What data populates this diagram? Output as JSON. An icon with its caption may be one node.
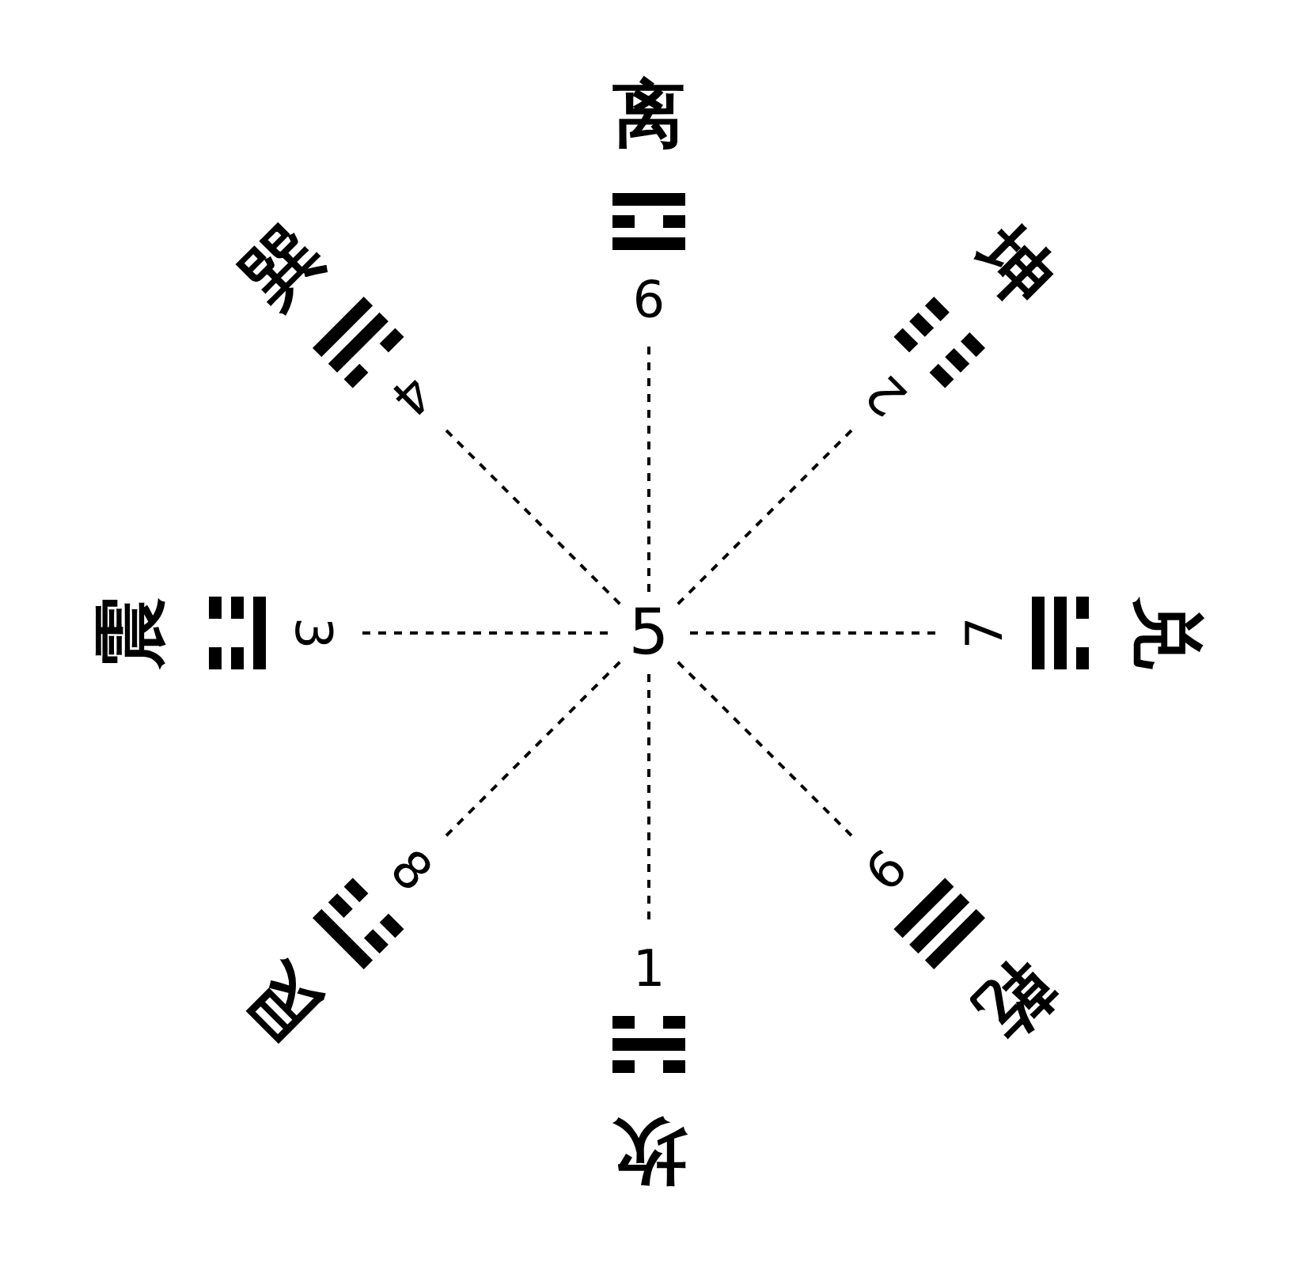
{
  "diagram": {
    "nodes": [
      {
        "text": [
          "5"
        ]
      },
      {
        "text": [
          "9"
        ],
        "beside": [
          "离"
        ]
      },
      {
        "text": [
          "2"
        ],
        "beside": [
          "坤"
        ]
      },
      {
        "text": [
          "7"
        ],
        "beside": [
          "兑"
        ]
      },
      {
        "text": [
          "6"
        ],
        "beside": [
          "乾"
        ]
      },
      {
        "text": [
          "1"
        ],
        "beside": [
          "坎"
        ]
      },
      {
        "text": [
          "8"
        ],
        "beside": [
          "艮"
        ]
      },
      {
        "text": [
          "3"
        ],
        "beside": [
          "震"
        ]
      },
      {
        "text": [
          "4"
        ],
        "beside": [
          "巽"
        ]
      }
    ],
    "edges": [
      {
        "from": 0,
        "to": 1,
        "arrow": "none",
        "style": "dashed"
      },
      {
        "from": 0,
        "to": 2,
        "arrow": "none",
        "style": "dashed"
      },
      {
        "from": 0,
        "to": 3,
        "arrow": "none",
        "style": "dashed"
      },
      {
        "from": 0,
        "to": 4,
        "arrow": "none",
        "style": "dashed"
      },
      {
        "from": 0,
        "to": 5,
        "arrow": "none",
        "style": "dashed"
      },
      {
        "from": 0,
        "to": 6,
        "arrow": "none",
        "style": "dashed"
      },
      {
        "from": 0,
        "to": 7,
        "arrow": "none",
        "style": "dashed"
      },
      {
        "from": 0,
        "to": 8,
        "arrow": "none",
        "style": "dashed"
      }
    ]
  }
}
